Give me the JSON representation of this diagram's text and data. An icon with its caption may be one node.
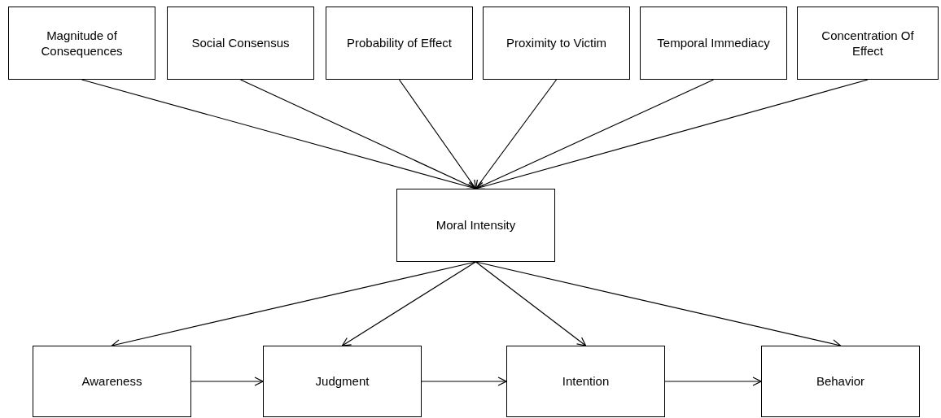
{
  "diagram": {
    "nodes": [
      {
        "text": [
          "Magnitude of Consequences"
        ]
      },
      {
        "text": [
          "Social Consensus"
        ]
      },
      {
        "text": [
          "Probability of Effect"
        ]
      },
      {
        "text": [
          "Proximity to Victim"
        ]
      },
      {
        "text": [
          "Temporal Immediacy"
        ]
      },
      {
        "text": [
          "Concentration Of Effect"
        ]
      },
      {
        "text": [
          "Moral Intensity"
        ]
      },
      {
        "text": [
          "Awareness"
        ]
      },
      {
        "text": [
          "Judgment"
        ]
      },
      {
        "text": [
          "Intention"
        ]
      },
      {
        "text": [
          "Behavior"
        ]
      }
    ],
    "edges": [
      {
        "from": 0,
        "to": 6,
        "arrow": "to"
      },
      {
        "from": 1,
        "to": 6,
        "arrow": "to"
      },
      {
        "from": 2,
        "to": 6,
        "arrow": "to"
      },
      {
        "from": 3,
        "to": 6,
        "arrow": "to"
      },
      {
        "from": 4,
        "to": 6,
        "arrow": "to"
      },
      {
        "from": 5,
        "to": 6,
        "arrow": "to"
      },
      {
        "from": 6,
        "to": 7,
        "arrow": "to"
      },
      {
        "from": 6,
        "to": 8,
        "arrow": "to"
      },
      {
        "from": 6,
        "to": 9,
        "arrow": "to"
      },
      {
        "from": 6,
        "to": 10,
        "arrow": "to"
      },
      {
        "from": 7,
        "to": 8,
        "arrow": "to"
      },
      {
        "from": 8,
        "to": 9,
        "arrow": "to"
      },
      {
        "from": 9,
        "to": 10,
        "arrow": "to"
      }
    ]
  }
}
